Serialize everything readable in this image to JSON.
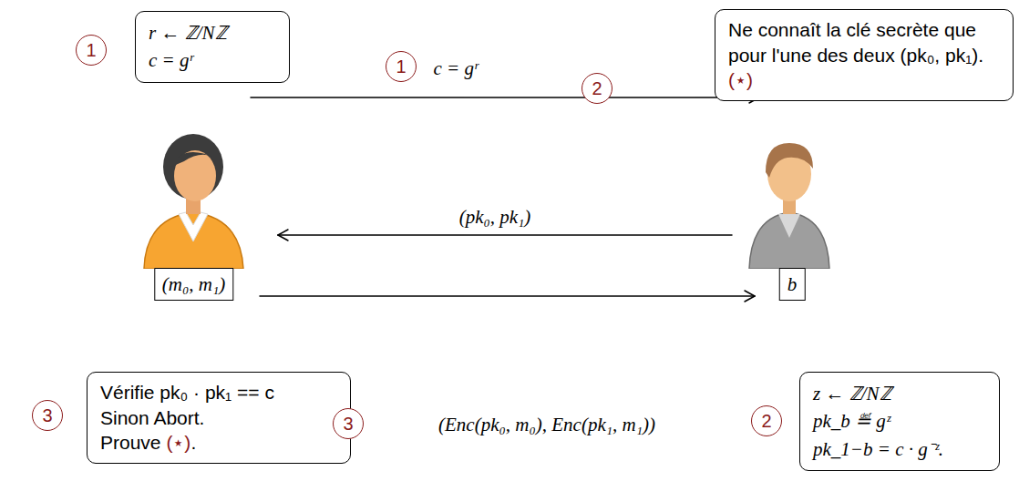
{
  "diagram": {
    "nodes": [
      {
        "text": [
          "r ← ℤ/Nℤ",
          "c = gʳ"
        ]
      },
      {
        "text": [
          "Ne connaît la clé secrète que pour l'une des deux (pk₀, pk₁). (⋆)"
        ]
      },
      {
        "text": [
          "(m₀, m₁)"
        ]
      },
      {
        "text": [
          "b"
        ]
      },
      {
        "text": [
          "Vérifie pk₀ · pk₁ == c",
          "Sinon Abort.",
          "Prouve (⋆)."
        ]
      },
      {
        "text": [
          "z ← ℤ/Nℤ",
          "pk_b ≝ gᶻ",
          "pk_1−b = c · g⁻ᶻ."
        ]
      }
    ],
    "edges": [
      {
        "from": 2,
        "to": 3,
        "label": "c = gʳ",
        "arrow": "to"
      },
      {
        "from": 3,
        "to": 2,
        "label": "(pk₀, pk₁)",
        "arrow": "to"
      },
      {
        "from": 2,
        "to": 3,
        "label": "(Enc(pk₀, m₀), Enc(pk₁, m₁))",
        "arrow": "to"
      }
    ],
    "labels": [
      "1",
      "1",
      "2",
      "3",
      "3",
      "2"
    ]
  }
}
